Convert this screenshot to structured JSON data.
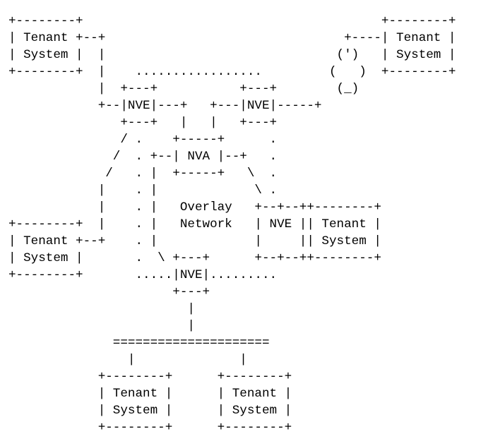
{
  "diagram": {
    "lines": [
      "+--------+                                        +--------+",
      "| Tenant +--+                                +----| Tenant |",
      "| System |  |                               (')   | System |",
      "+--------+  |    .................         (   )  +--------+",
      "            |  +---+           +---+        (_)",
      "            +--|NVE|---+   +---|NVE|-----+",
      "               +---+   |   |   +---+",
      "               / .    +-----+      .",
      "              /  . +--| NVA |--+   .",
      "             /   . |  +-----+   \\  .",
      "            |    . |             \\ .",
      "            |    . |   Overlay   +--+--++--------+",
      "+--------+  |    . |   Network   | NVE || Tenant |",
      "| Tenant +--+    . |             |     || System |",
      "| System |       .  \\ +---+      +--+--++--------+",
      "+--------+       .....|NVE|.........",
      "                      +---+",
      "                        |",
      "                        |",
      "              =====================",
      "                |              |",
      "            +--------+      +--------+",
      "            | Tenant |      | Tenant |",
      "            | System |      | System |",
      "            +--------+      +--------+"
    ]
  }
}
